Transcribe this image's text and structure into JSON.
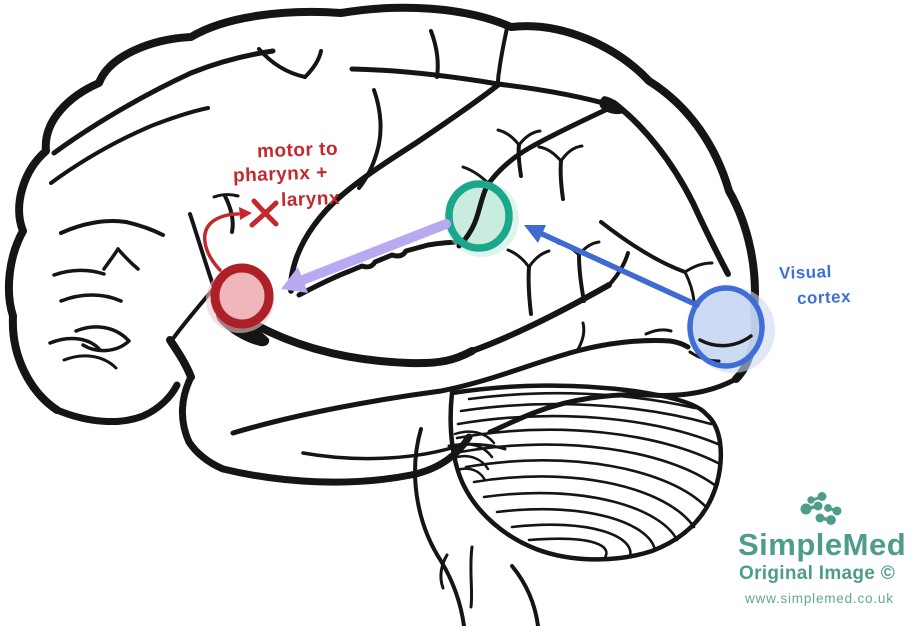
{
  "figure": {
    "description": "Hand-annotated lateral view brain line drawing",
    "background": "#ffffff",
    "ink_color": "#151515"
  },
  "annotations": {
    "motor_label": {
      "lines": [
        "motor to",
        "pharynx +",
        "larynx"
      ],
      "color": "#c2282e"
    },
    "visual_cortex_label": {
      "lines": [
        "Visual",
        "cortex"
      ],
      "color": "#3f6fd8"
    }
  },
  "markers": {
    "red_circle": {
      "ring_color": "#ad2028",
      "fill_color": "#eeb2b9",
      "halo_color": "#f2c6cb"
    },
    "teal_circle": {
      "ring_color": "#1ba88a",
      "fill_color": "#c7ebdd",
      "halo_color": "#bfe9db"
    },
    "blue_circle": {
      "ring_color": "#3e6ed6",
      "fill_color": "#c9d7f3",
      "halo_color": "#ccd9f4"
    }
  },
  "arrows": {
    "purple_arrow_color": "#b9a9f0",
    "blue_arrow_color": "#3e6ad1",
    "red_arrow_color": "#c2282e"
  },
  "watermark": {
    "brand": "SimpleMed",
    "tagline": "Original Image ©",
    "url": "www.simplemed.co.uk",
    "brand_color": "#4e9c8c",
    "url_color": "#63a795"
  }
}
